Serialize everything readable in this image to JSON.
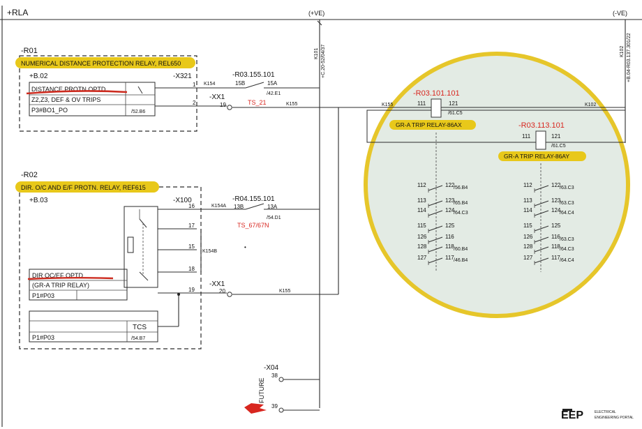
{
  "colors": {
    "highlight": "#e8c81a",
    "red_text": "#d8261f",
    "lens_ring": "#e6c62a",
    "lens_fill": "#e3ebe4"
  },
  "top": {
    "rla": "+RLA",
    "plus_ve": "(+VE)",
    "minus_ve": "(-VE)",
    "k101": "K101",
    "k101_ref": "+C.20-52/04/37",
    "k102": "K102",
    "k102_ref": "+B.04-R03.137.301/22"
  },
  "r01": {
    "label": "-R01",
    "title": "NUMERICAL DISTANCE PROTECTION RELAY, REL650",
    "loc": "+B.02",
    "terminal": "-X321",
    "line1": "DISTANCE PROTN.OPTD.",
    "line2": "Z2,Z3, DEF & OV TRIPS",
    "line3": "P3#BO1_PO",
    "ref": "/52.B6",
    "t1": "1",
    "t2": "2",
    "k154": "K154"
  },
  "xx1_top": {
    "label": "-XX1",
    "term": "19",
    "k155": "K155"
  },
  "r03_155": {
    "label": "-R03.155.101",
    "c1": "15B",
    "c2": "15A",
    "ref": "/42.E1",
    "ts": "TS_21"
  },
  "r02": {
    "label": "-R02",
    "title": "DIR. O/C AND E/F PROTN. RELAY, REF615",
    "loc": "+B.03",
    "terminal": "-X100",
    "t16": "16",
    "t17": "17",
    "t15": "15",
    "t18": "18",
    "t19": "19",
    "k154a": "K154A",
    "k154b": "K154B",
    "line1": "DIR OC/EF OPTD",
    "line2": "(GR-A TRIP RELAY)",
    "line3": "P1#P03",
    "tcs": "TCS",
    "tcs_p": "P1#P03",
    "tcs_ref": "/54.B7"
  },
  "r04_155": {
    "label": "-R04.155.101",
    "c1": "13B",
    "c2": "13A",
    "ref": "/54.D1",
    "ts": "TS_67/67N"
  },
  "xx1_bot": {
    "label": "-XX1",
    "term": "20",
    "k155": "K155"
  },
  "x04": {
    "label": "-X04",
    "t38": "38",
    "t39": "39",
    "future": "FUTURE"
  },
  "relay_ax": {
    "label": "-R03.101.101",
    "p111": "111",
    "p121": "121",
    "ref": "/61.C5",
    "name": "GR-A TRIP RELAY-86AX",
    "k155": "K155",
    "contacts": [
      {
        "a": "112",
        "b": "122",
        "ref": "/56.B4"
      },
      {
        "a": "113",
        "b": "123",
        "ref": "/65.B4"
      },
      {
        "a": "114",
        "b": "124",
        "ref": "/64.C3"
      },
      {
        "a": "115",
        "b": "125",
        "ref": ""
      },
      {
        "a": "126",
        "b": "116",
        "ref": ""
      },
      {
        "a": "128",
        "b": "118",
        "ref": "/60.B4"
      },
      {
        "a": "127",
        "b": "117",
        "ref": "/46.B4"
      }
    ]
  },
  "relay_ay": {
    "label": "-R03.113.101",
    "p111": "111",
    "p121": "121",
    "ref": "/61.C5",
    "name": "GR-A TRIP RELAY-86AY",
    "k102": "K102",
    "contacts": [
      {
        "a": "112",
        "b": "122",
        "ref": "/63.C3"
      },
      {
        "a": "113",
        "b": "123",
        "ref": "/63.C3"
      },
      {
        "a": "114",
        "b": "124",
        "ref": "/64.C4"
      },
      {
        "a": "115",
        "b": "125",
        "ref": ""
      },
      {
        "a": "126",
        "b": "116",
        "ref": "/63.C3"
      },
      {
        "a": "128",
        "b": "118",
        "ref": "/64.C3"
      },
      {
        "a": "127",
        "b": "117",
        "ref": "/64.C4"
      }
    ]
  },
  "logo": {
    "mark": "EEP",
    "line1": "ELECTRICAL",
    "line2": "ENGINEERING PORTAL"
  }
}
